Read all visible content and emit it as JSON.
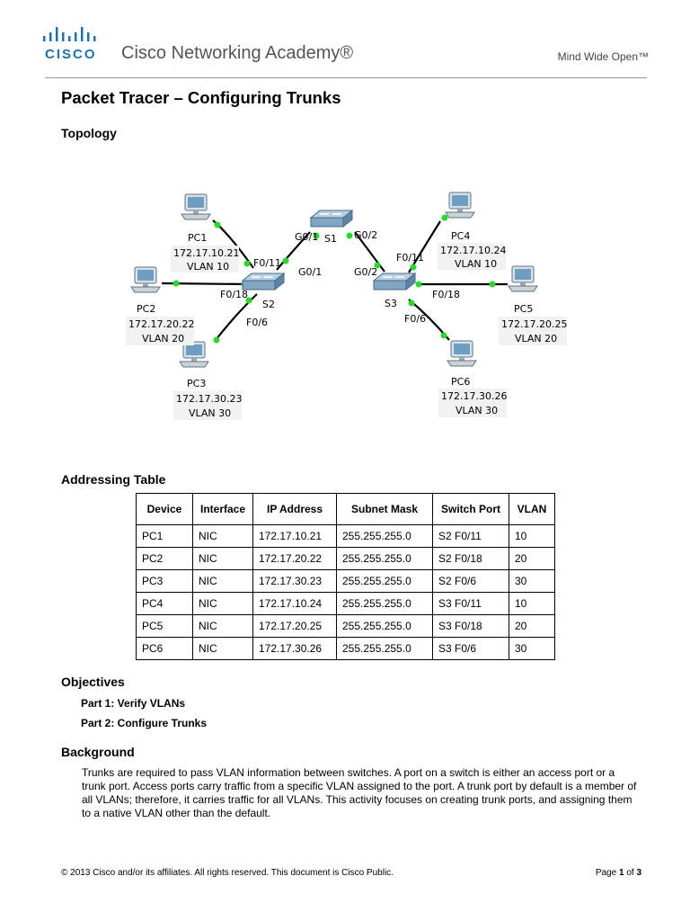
{
  "header": {
    "brand_word": "CISCO",
    "academy": "Cisco Networking Academy®",
    "tagline": "Mind Wide Open™",
    "brand_color": "#1b70b8"
  },
  "page_title": "Packet Tracer – Configuring Trunks",
  "sections": {
    "topology": "Topology",
    "addressing": "Addressing Table",
    "objectives": "Objectives",
    "background": "Background"
  },
  "topology": {
    "switches": {
      "s1": "S1",
      "s2": "S2",
      "s3": "S3"
    },
    "pcs": [
      {
        "name": "PC1",
        "ip": "172.17.10.21",
        "vlan": "VLAN 10"
      },
      {
        "name": "PC2",
        "ip": "172.17.20.22",
        "vlan": "VLAN 20"
      },
      {
        "name": "PC3",
        "ip": "172.17.30.23",
        "vlan": "VLAN 30"
      },
      {
        "name": "PC4",
        "ip": "172.17.10.24",
        "vlan": "VLAN 10"
      },
      {
        "name": "PC5",
        "ip": "172.17.20.25",
        "vlan": "VLAN 20"
      },
      {
        "name": "PC6",
        "ip": "172.17.30.26",
        "vlan": "VLAN 30"
      }
    ],
    "ports": {
      "s1_g01": "G0/1",
      "s1_g02": "G0/2",
      "s2_f011": "F0/11",
      "s2_g01": "G0/1",
      "s2_f018": "F0/18",
      "s2_f06": "F0/6",
      "s3_f011": "F0/11",
      "s3_g02": "G0/2",
      "s3_f018": "F0/18",
      "s3_f06": "F0/6"
    },
    "link_dot_color": "#22dd22"
  },
  "addressing_table": {
    "headers": [
      "Device",
      "Interface",
      "IP Address",
      "Subnet Mask",
      "Switch Port",
      "VLAN"
    ],
    "rows": [
      [
        "PC1",
        "NIC",
        "172.17.10.21",
        "255.255.255.0",
        "S2 F0/11",
        "10"
      ],
      [
        "PC2",
        "NIC",
        "172.17.20.22",
        "255.255.255.0",
        "S2 F0/18",
        "20"
      ],
      [
        "PC3",
        "NIC",
        "172.17.30.23",
        "255.255.255.0",
        "S2 F0/6",
        "30"
      ],
      [
        "PC4",
        "NIC",
        "172.17.10.24",
        "255.255.255.0",
        "S3 F0/11",
        "10"
      ],
      [
        "PC5",
        "NIC",
        "172.17.20.25",
        "255.255.255.0",
        "S3 F0/18",
        "20"
      ],
      [
        "PC6",
        "NIC",
        "172.17.30.26",
        "255.255.255.0",
        "S3 F0/6",
        "30"
      ]
    ]
  },
  "objectives": [
    "Part 1: Verify VLANs",
    "Part 2: Configure Trunks"
  ],
  "background_text": "Trunks are required to pass VLAN information between switches. A port on a switch is either an access port or a trunk port. Access ports carry traffic from a specific VLAN assigned to the port. A trunk port by default is a member of all VLANs; therefore, it carries traffic for all VLANs. This activity focuses on creating trunk ports, and assigning them to a native VLAN other than the default.",
  "footer": {
    "copyright": "© 2013 Cisco and/or its affiliates. All rights reserved. This document is Cisco Public.",
    "page_word": "Page",
    "page_num": "1",
    "of_word": "of",
    "page_total": "3"
  }
}
